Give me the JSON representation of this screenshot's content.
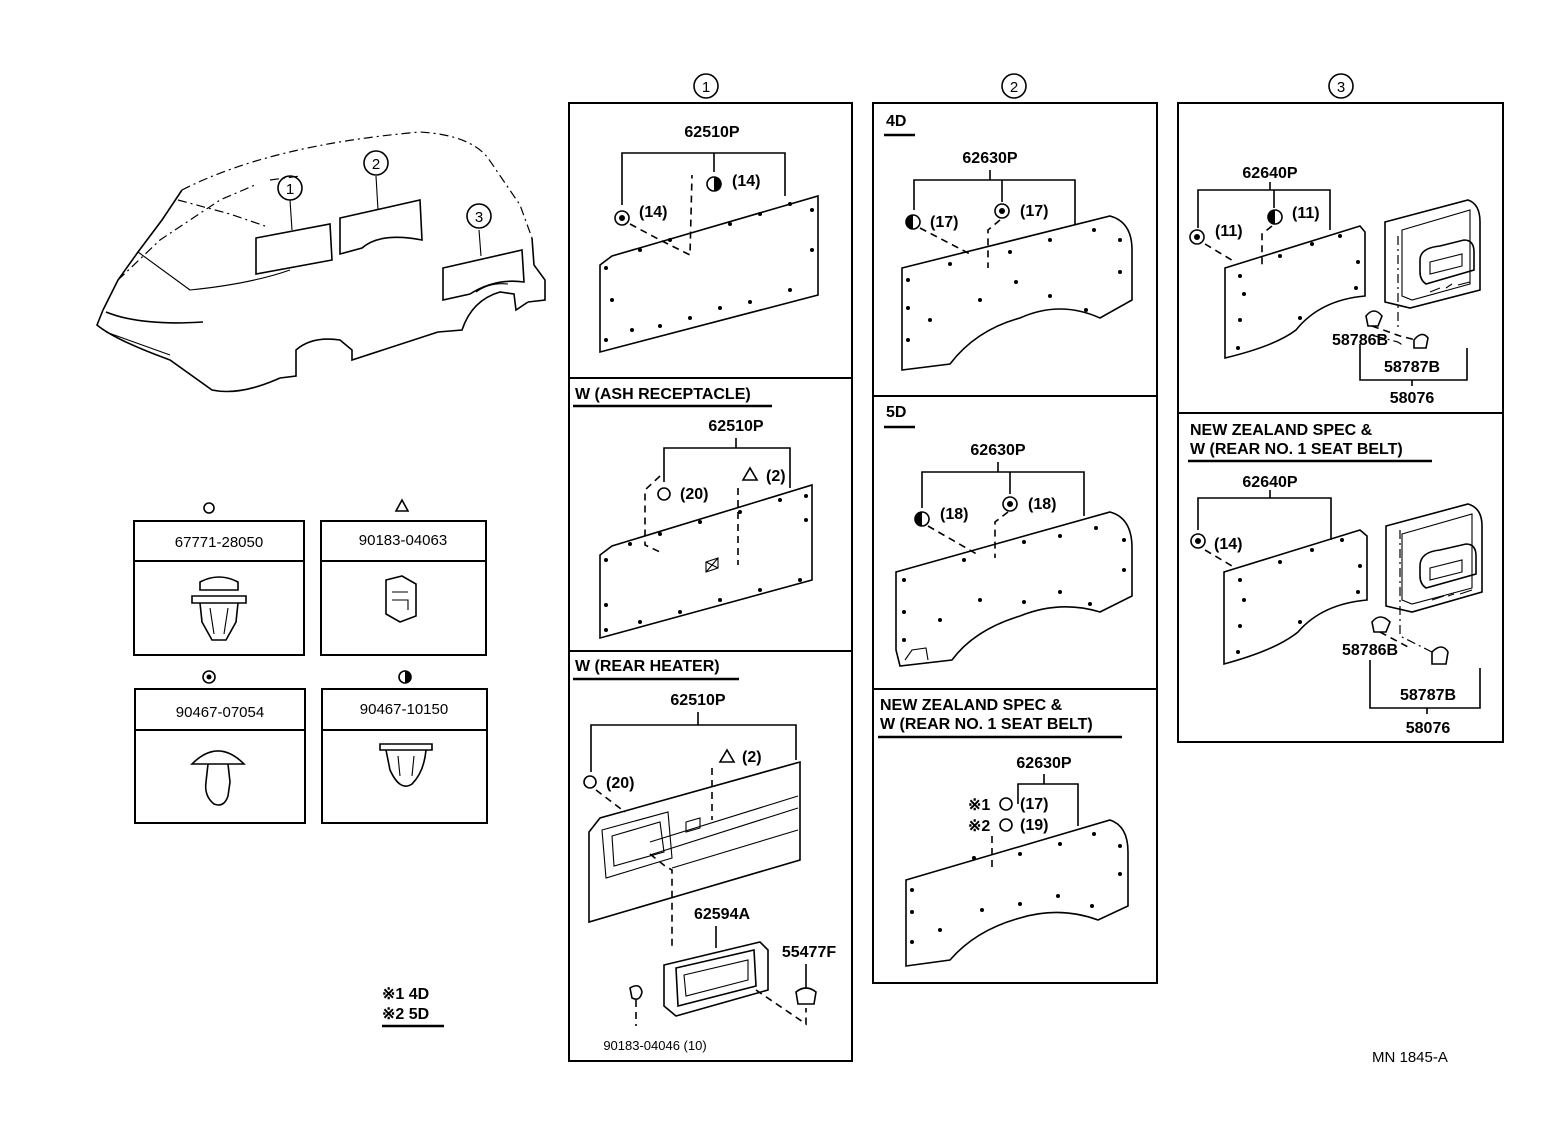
{
  "section_numbers": [
    "1",
    "2",
    "3"
  ],
  "clips": [
    {
      "symbol": "open-circle",
      "part": "67771-28050"
    },
    {
      "symbol": "triangle",
      "part": "90183-04063"
    },
    {
      "symbol": "filled-circle",
      "part": "90467-07054"
    },
    {
      "symbol": "half-circle",
      "part": "90467-10150"
    }
  ],
  "legend": {
    "n1": "※1 4D",
    "n2": "※2 5D"
  },
  "panel1": {
    "top": {
      "part": "62510P",
      "q1": "(14)",
      "q2": "(14)"
    },
    "ash": {
      "title": "W (ASH RECEPTACLE)",
      "part": "62510P",
      "q1": "(20)",
      "q2": "(2)"
    },
    "heater": {
      "title": "W (REAR HEATER)",
      "part": "62510P",
      "q1": "(20)",
      "q2": "(2)",
      "part2": "62594A",
      "part3": "55477F",
      "part4": "90183-04046 (10)"
    }
  },
  "panel2": {
    "d4": {
      "title": "4D",
      "part": "62630P",
      "q1": "(17)",
      "q2": "(17)"
    },
    "d5": {
      "title": "5D",
      "part": "62630P",
      "q1": "(18)",
      "q2": "(18)"
    },
    "nz": {
      "title1": "NEW ZEALAND SPEC &",
      "title2": "W (REAR NO. 1 SEAT BELT)",
      "part": "62630P",
      "m1": "※1",
      "q1": "(17)",
      "m2": "※2",
      "q2": "(19)"
    }
  },
  "panel3": {
    "top": {
      "part": "62640P",
      "q1": "(11)",
      "q2": "(11)",
      "p1": "58786B",
      "p2": "58787B",
      "p3": "58076"
    },
    "nz": {
      "title1": "NEW ZEALAND SPEC &",
      "title2": "W (REAR NO. 1 SEAT BELT)",
      "part": "62640P",
      "q1": "(14)",
      "p1": "58786B",
      "p2": "58787B",
      "p3": "58076"
    }
  },
  "ref_code": "MN 1845-A"
}
